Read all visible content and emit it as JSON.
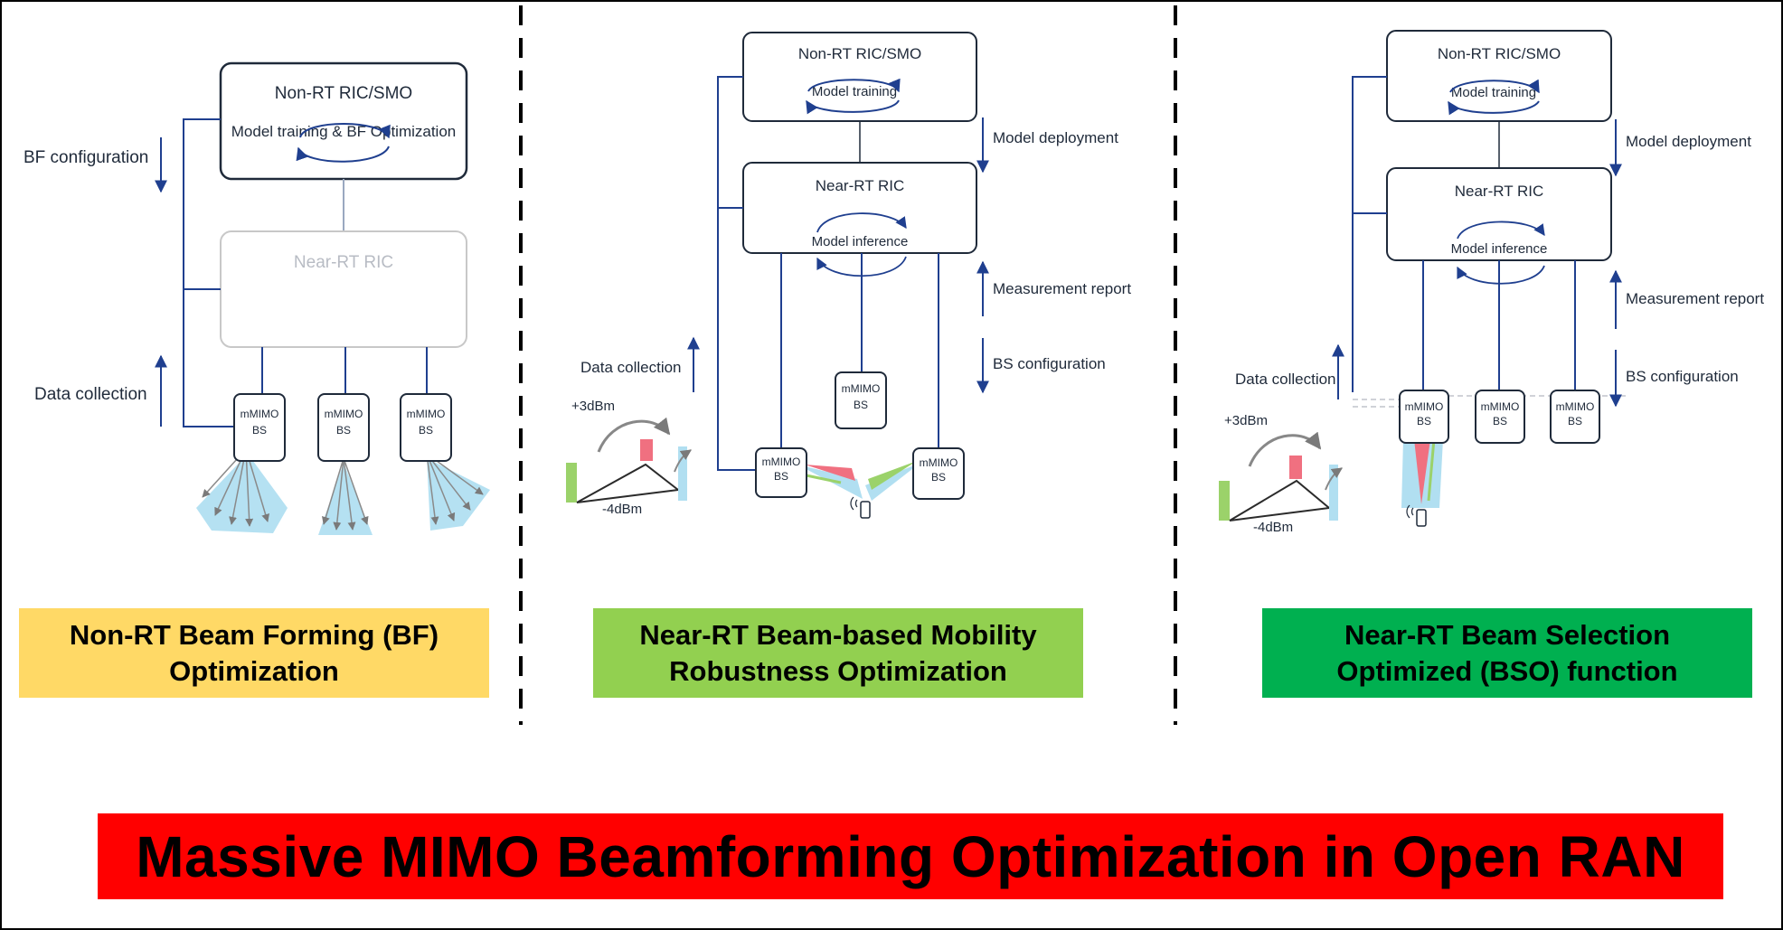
{
  "colors": {
    "caption_1": "#ffd966",
    "caption_2": "#92d050",
    "caption_3": "#00b050",
    "banner": "#ff0000",
    "line": "#1f3f8f",
    "beam": "#a8dcf0",
    "muted_box": "#c8c8c8"
  },
  "panels": [
    {
      "title": "Non-RT Beam Forming (BF) Optimization",
      "smo_box": {
        "title": "Non-RT RIC/SMO",
        "subtitle": "Model training & BF Optimization"
      },
      "ric_box": {
        "title": "Near-RT RIC"
      },
      "labels": {
        "bf_configuration": "BF configuration",
        "data_collection": "Data collection"
      },
      "bs_label_line1": "mMIMO",
      "bs_label_line2": "BS"
    },
    {
      "title": "Near-RT Beam-based Mobility Robustness Optimization",
      "smo_box": {
        "title": "Non-RT RIC/SMO",
        "subtitle": "Model training"
      },
      "ric_box": {
        "title": "Near-RT RIC",
        "subtitle": "Model inference"
      },
      "labels": {
        "model_deployment": "Model deployment",
        "measurement_report": "Measurement report",
        "bs_configuration": "BS configuration",
        "data_collection": "Data collection",
        "plus_3dbm": "+3dBm",
        "minus_4dbm": "-4dBm"
      },
      "bs_label_line1": "mMIMO",
      "bs_label_line2": "BS"
    },
    {
      "title": "Near-RT Beam Selection Optimized (BSO) function",
      "smo_box": {
        "title": "Non-RT RIC/SMO",
        "subtitle": "Model training"
      },
      "ric_box": {
        "title": "Near-RT RIC",
        "subtitle": "Model inference"
      },
      "labels": {
        "model_deployment": "Model deployment",
        "measurement_report": "Measurement report",
        "bs_configuration": "BS configuration",
        "data_collection": "Data collection",
        "plus_3dbm": "+3dBm",
        "minus_4dbm": "-4dBm"
      },
      "bs_label_line1": "mMIMO",
      "bs_label_line2": "BS"
    }
  ],
  "banner": {
    "text": "Massive MIMO Beamforming Optimization in Open RAN"
  }
}
